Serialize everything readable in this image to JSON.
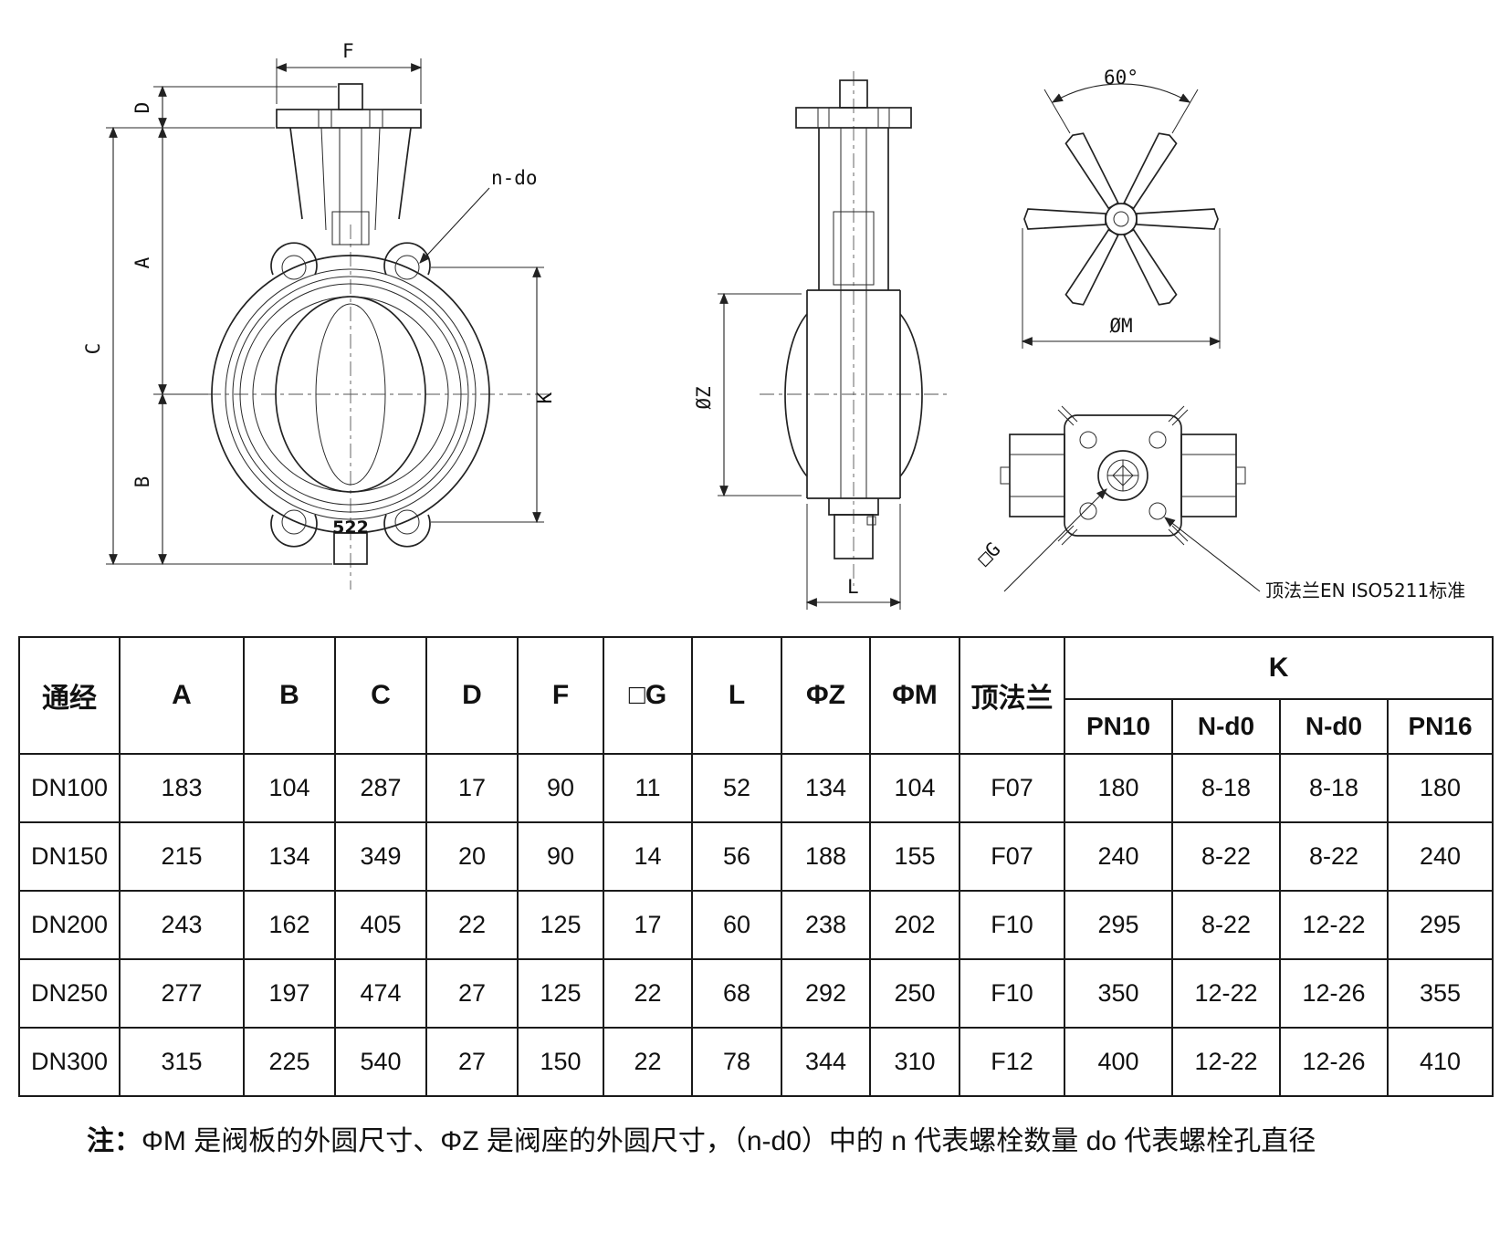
{
  "drawing": {
    "front": {
      "dim_f": "F",
      "dim_d": "D",
      "dim_a": "A",
      "dim_c": "C",
      "dim_b": "B",
      "dim_k": "K",
      "bolt_note": "n-do",
      "cast_mark": "522"
    },
    "side": {
      "dim_phi_z": "ØZ",
      "dim_l": "L"
    },
    "handle": {
      "dim_angle": "60°",
      "dim_phi_m": "ØM"
    },
    "top_flange": {
      "dim_g": "□G",
      "callout": "顶法兰EN ISO5211标准"
    }
  },
  "table": {
    "main_headers": [
      "通经",
      "A",
      "B",
      "C",
      "D",
      "F",
      "□G",
      "L",
      "ΦZ",
      "ΦM",
      "顶法兰"
    ],
    "k_header": "K",
    "k_sub_headers": [
      "PN10",
      "N-d0",
      "N-d0",
      "PN16"
    ],
    "rows": [
      [
        "DN100",
        "183",
        "104",
        "287",
        "17",
        "90",
        "11",
        "52",
        "134",
        "104",
        "F07",
        "180",
        "8-18",
        "8-18",
        "180"
      ],
      [
        "DN150",
        "215",
        "134",
        "349",
        "20",
        "90",
        "14",
        "56",
        "188",
        "155",
        "F07",
        "240",
        "8-22",
        "8-22",
        "240"
      ],
      [
        "DN200",
        "243",
        "162",
        "405",
        "22",
        "125",
        "17",
        "60",
        "238",
        "202",
        "F10",
        "295",
        "8-22",
        "12-22",
        "295"
      ],
      [
        "DN250",
        "277",
        "197",
        "474",
        "27",
        "125",
        "22",
        "68",
        "292",
        "250",
        "F10",
        "350",
        "12-22",
        "12-26",
        "355"
      ],
      [
        "DN300",
        "315",
        "225",
        "540",
        "27",
        "150",
        "22",
        "78",
        "344",
        "310",
        "F12",
        "400",
        "12-22",
        "12-26",
        "410"
      ]
    ]
  },
  "note": {
    "prefix": "注：",
    "text": "ΦM 是阀板的外圆尺寸、ΦZ 是阀座的外圆尺寸，（n-d0）中的 n 代表螺栓数量  do 代表螺栓孔直径"
  }
}
